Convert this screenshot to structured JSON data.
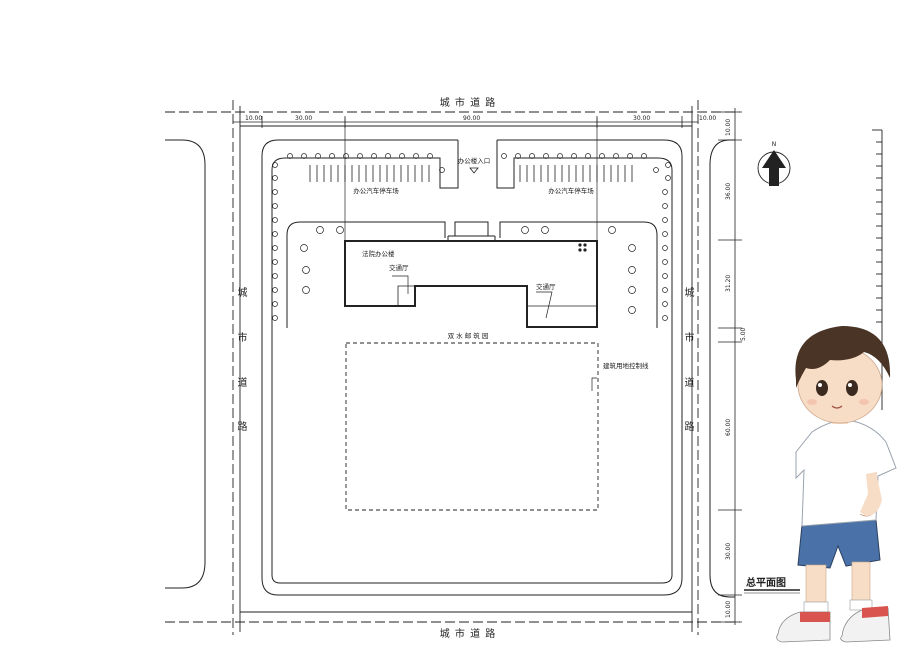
{
  "roads": {
    "top": "城 市 道 路",
    "bottom": "城 市 道 路",
    "left": [
      "城",
      "市",
      "道",
      "路"
    ],
    "right": [
      "城",
      "市",
      "道",
      "路"
    ]
  },
  "dimensions": {
    "top": [
      "10.00",
      "30.00",
      "90.00",
      "30.00",
      "10.00"
    ],
    "right": [
      "10.00",
      "36.00",
      "31.20",
      "5.00",
      "60.00",
      "30.00",
      "10.00"
    ]
  },
  "labels": {
    "entrance": "办公楼入口",
    "parking_left": "办公汽车停车场",
    "parking_right": "办公汽车停车场",
    "office_building": "法院办公楼",
    "hall_left": "交通厅",
    "hall_right": "交通厅",
    "future_site": "双 水 邮 筑 园",
    "control_line": "建筑用地控制线",
    "north": "N"
  },
  "drawing_title": "总平面图",
  "colors": {
    "line": "#222222",
    "paper": "#ffffff"
  }
}
